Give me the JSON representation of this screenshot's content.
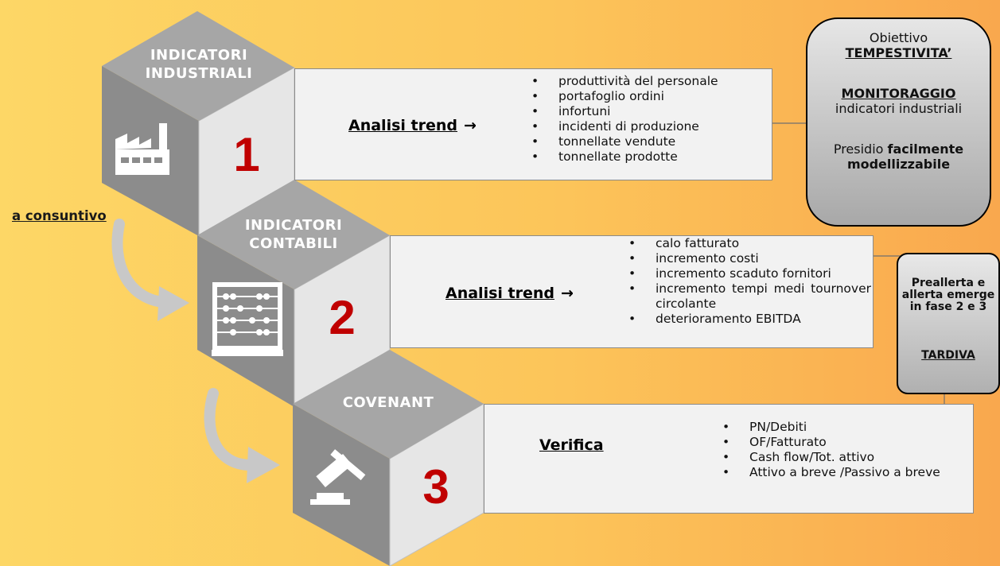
{
  "side_label": "a consuntivo",
  "steps": [
    {
      "title_line1": "INDICATORI",
      "title_line2": "INDUSTRIALI",
      "number": "1",
      "icon": "factory-icon",
      "analysis_label": "Analisi trend",
      "arrow": "→",
      "bullets": [
        "produttività del personale",
        "portafoglio ordini",
        "infortuni",
        "incidenti di produzione",
        "tonnellate vendute",
        "tonnellate prodotte"
      ]
    },
    {
      "title_line1": "INDICATORI",
      "title_line2": "CONTABILI",
      "number": "2",
      "icon": "abacus-icon",
      "analysis_label": "Analisi trend",
      "arrow": "→",
      "bullets": [
        "calo fatturato",
        "incremento costi",
        "incremento scaduto fornitori",
        "incremento tempi medi tournover circolante",
        "deterioramento EBITDA"
      ]
    },
    {
      "title_line1": "COVENANT",
      "title_line2": "",
      "number": "3",
      "icon": "gavel-icon",
      "analysis_label": "Verifica",
      "arrow": "",
      "bullets": [
        "PN/Debiti",
        "OF/Fatturato",
        "Cash flow/Tot. attivo",
        "Attivo a breve /Passivo a breve"
      ]
    }
  ],
  "right_box": {
    "line1": "Obiettivo",
    "line2": "TEMPESTIVITA’",
    "line3": "MONITORAGGIO",
    "line4": "indicatori industriali",
    "line5_prefix": "Presidio ",
    "line5_bold": "facilmente modellizzabile"
  },
  "mid_box": {
    "line1": "Preallerta e allerta emerge in fase 2 e 3",
    "line2": "TARDIVA"
  },
  "colors": {
    "accent_number": "#c00000",
    "cube_top": "#a6a6a6",
    "cube_left": "#8c8c8c",
    "cube_right": "#e8e8e8"
  }
}
